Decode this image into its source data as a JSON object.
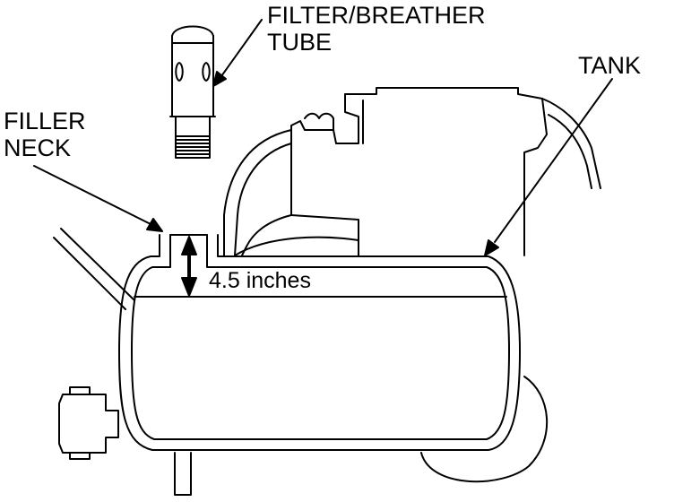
{
  "labels": {
    "filter_line1": "FILTER/BREATHER",
    "filter_line2": "TUBE",
    "tank": "TANK",
    "filler_line1": "FILLER",
    "filler_line2": "NECK",
    "depth": "4.5 inches"
  },
  "colors": {
    "ink": "#000000",
    "paper": "#ffffff"
  }
}
